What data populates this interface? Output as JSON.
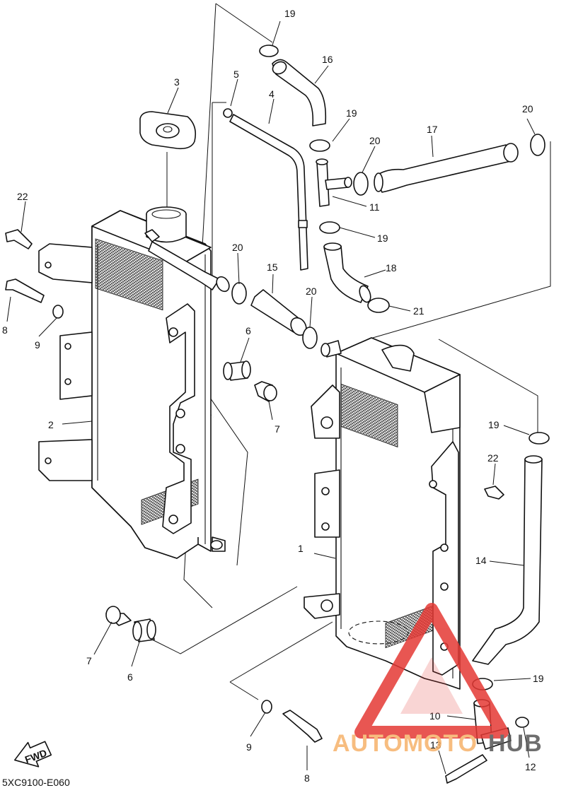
{
  "diagram_code": "5XC9100-E060",
  "fwd_label": "FWD",
  "watermark": {
    "part1": "AUTOMOTO",
    "part2": "HUB",
    "color1": "#f6b26b",
    "color2": "#555555",
    "triangle_color": "#e53935"
  },
  "callouts": [
    "1",
    "2",
    "3",
    "4",
    "5",
    "6",
    "6",
    "7",
    "7",
    "8",
    "8",
    "9",
    "9",
    "10",
    "11",
    "12",
    "13",
    "14",
    "15",
    "16",
    "17",
    "18",
    "19",
    "19",
    "19",
    "19",
    "19",
    "20",
    "20",
    "20",
    "20",
    "21",
    "22",
    "22"
  ]
}
